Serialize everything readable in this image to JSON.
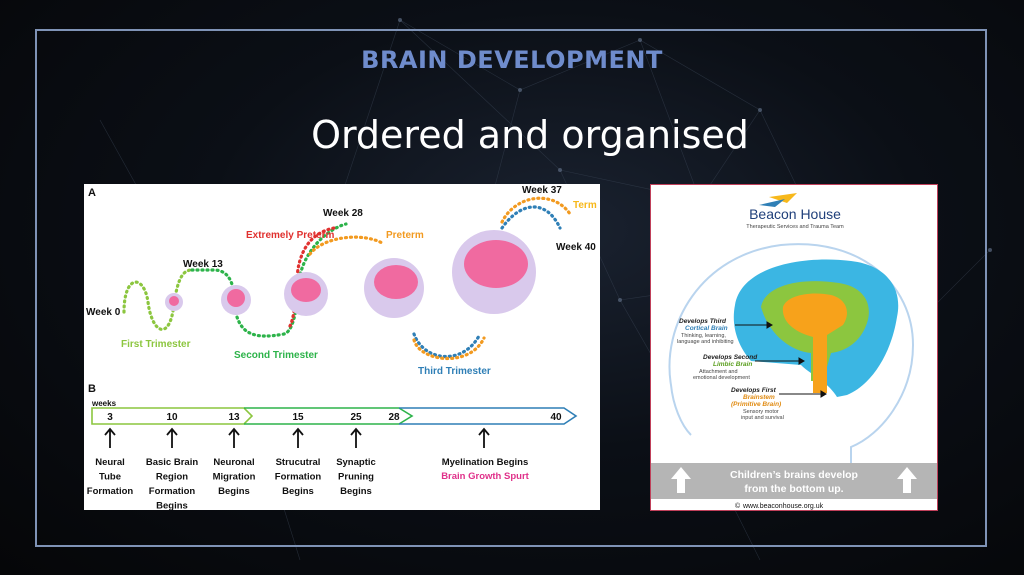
{
  "slide": {
    "heading": "BRAIN DEVELOPMENT",
    "subtitle": "Ordered and organised"
  },
  "figure_a": {
    "panel_a_label": "A",
    "panel_b_label": "B",
    "weeks_label": "weeks",
    "milestones": [
      "Week 0",
      "Week 13",
      "Week 28",
      "Week 37",
      "Week 40"
    ],
    "phases": [
      "First Trimester",
      "Second Trimester",
      "Third Trimester"
    ],
    "birth_labels": [
      "Extremely Preterm",
      "Preterm",
      "Term"
    ],
    "timeline_weeks": [
      "3",
      "10",
      "13",
      "15",
      "25",
      "28",
      "40"
    ],
    "events": [
      "Neural Tube Formation",
      "Basic Brain Region Formation Begins",
      "Neuronal Migration Begins",
      "Strucutral Formation Begins",
      "Synaptic Pruning Begins",
      "Myelination Begins"
    ],
    "growth_spurt": "Brain Growth Spurt",
    "colors": {
      "first": "#8cc63f",
      "second": "#2db34a",
      "third": "#2f7fb6",
      "extreme": "#e0312f",
      "preterm": "#f29a20",
      "term": "#f7b81b",
      "brain": "#f06aa0"
    }
  },
  "figure_b": {
    "logo_text": "Beacon House",
    "logo_subtitle": "Therapeutic Services and Trauma Team",
    "layers": [
      {
        "title": "Develops Third",
        "name": "Cortical Brain",
        "desc1": "Thinking, learning,",
        "desc2": "language and inhibiting",
        "color": "#3bb6e3"
      },
      {
        "title": "Develops Second",
        "name": "Limbic Brain",
        "desc1": "Attachment and",
        "desc2": "emotional development",
        "color": "#8cc63f"
      },
      {
        "title": "Develops First",
        "name": "Brainstem",
        "name2": "(Primitive Brain)",
        "desc1": "Sensory motor",
        "desc2": "input and survival",
        "color": "#f7a21b"
      }
    ],
    "banner_line1": "Children’s brains develop",
    "banner_line2": "from the bottom up.",
    "website": "www.beaconhouse.org.uk",
    "copyright_symbol": "©"
  }
}
